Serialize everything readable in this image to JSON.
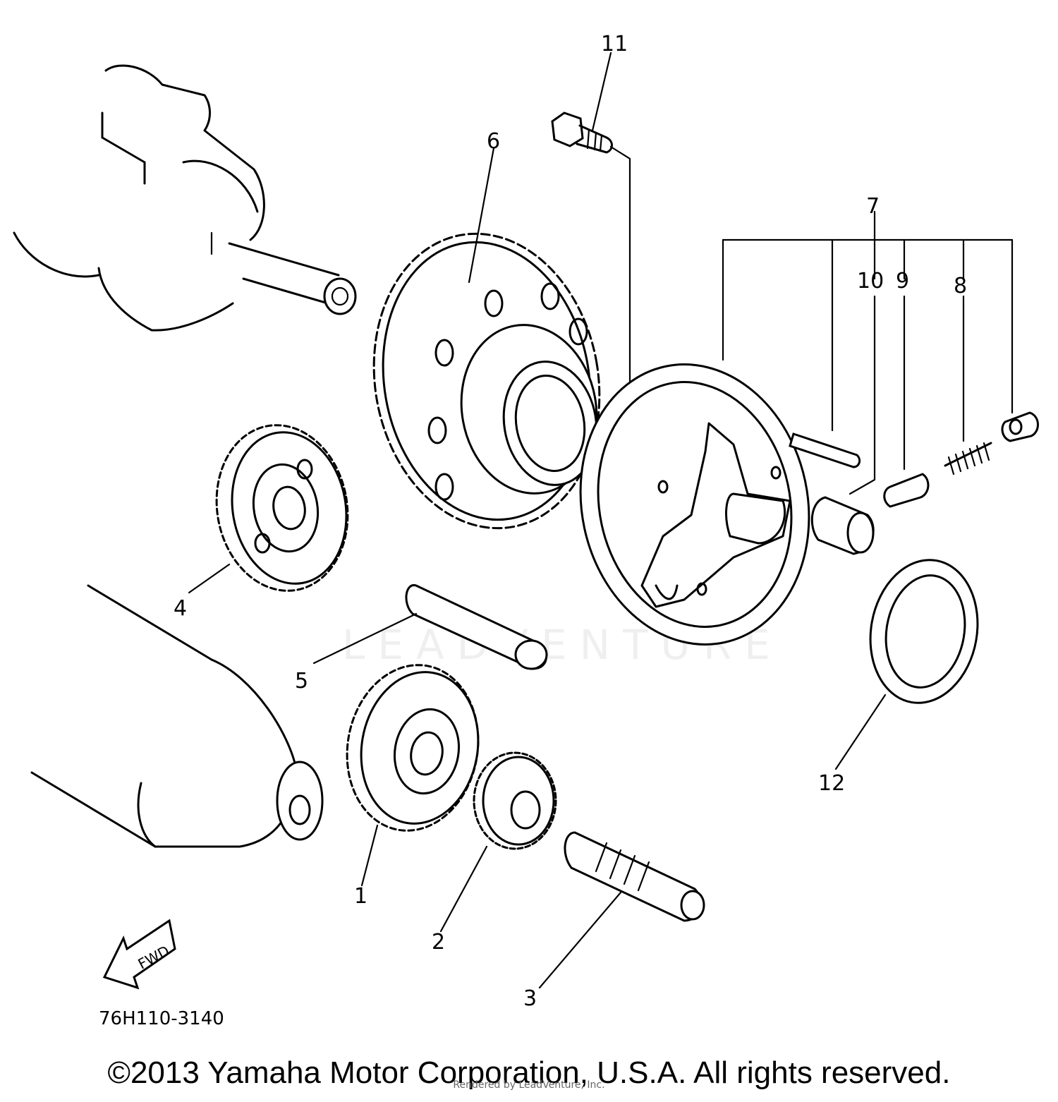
{
  "diagram_id": "76H110-3140",
  "copyright": "©2013 Yamaha Motor Corporation, U.S.A. All rights reserved.",
  "rendered_by": "Rendered by LeadVenture, Inc.",
  "watermark": "LEADVENTURE",
  "fwd_label": "FWD",
  "callouts": [
    "1",
    "2",
    "3",
    "4",
    "5",
    "6",
    "7",
    "8",
    "9",
    "10",
    "11",
    "12"
  ]
}
